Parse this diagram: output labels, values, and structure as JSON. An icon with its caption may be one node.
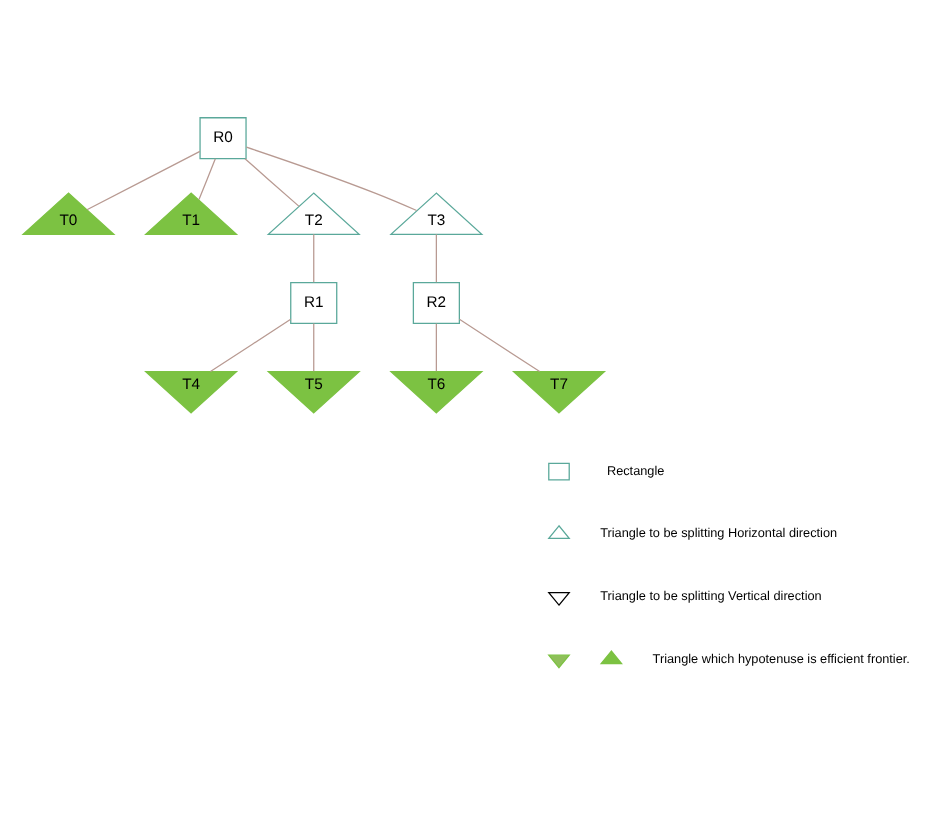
{
  "diagram": {
    "nodes": [
      {
        "text": [
          "R0"
        ]
      },
      {
        "text": [
          "T0"
        ]
      },
      {
        "text": [
          "T1"
        ]
      },
      {
        "text": [
          "T2"
        ]
      },
      {
        "text": [
          "T3"
        ]
      },
      {
        "text": [
          "R1"
        ]
      },
      {
        "text": [
          "R2"
        ]
      },
      {
        "text": [
          "T4"
        ]
      },
      {
        "text": [
          "T5"
        ]
      },
      {
        "text": [
          "T6"
        ]
      },
      {
        "text": [
          "T7"
        ]
      }
    ],
    "edges": [
      {
        "from": 0,
        "to": 1,
        "arrow": "none"
      },
      {
        "from": 0,
        "to": 2,
        "arrow": "none"
      },
      {
        "from": 0,
        "to": 3,
        "arrow": "none"
      },
      {
        "from": 0,
        "to": 4,
        "arrow": "none"
      },
      {
        "from": 3,
        "to": 5,
        "arrow": "none"
      },
      {
        "from": 4,
        "to": 6,
        "arrow": "none"
      },
      {
        "from": 5,
        "to": 7,
        "arrow": "none"
      },
      {
        "from": 5,
        "to": 8,
        "arrow": "none"
      },
      {
        "from": 6,
        "to": 9,
        "arrow": "none"
      },
      {
        "from": 6,
        "to": 10,
        "arrow": "none"
      }
    ],
    "legend": [
      {
        "text": "Rectangle"
      },
      {
        "text": "Triangle to be splitting Horizontal direction"
      },
      {
        "text": "Triangle to be splitting Vertical direction"
      },
      {
        "text": "Triangle which hypotenuse is efficient frontier."
      }
    ]
  }
}
